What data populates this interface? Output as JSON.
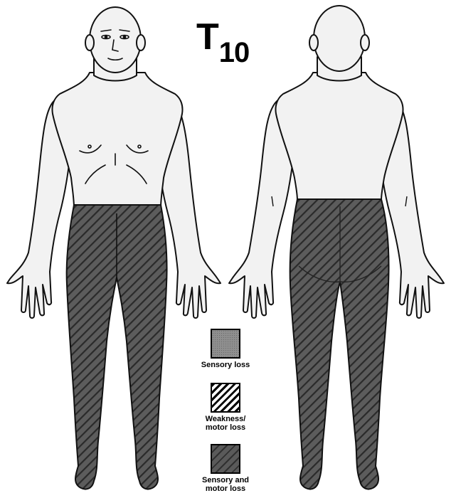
{
  "diagram": {
    "level": {
      "letter": "T",
      "number": "10"
    },
    "views": [
      "front-view",
      "back-view"
    ],
    "affected_region": "below-T10-dermatome",
    "colors": {
      "skin": "#f2f2f2",
      "outline": "#111111",
      "affected_fill": "#5a5a5a",
      "hatch": "#2c2c2c"
    },
    "legend": [
      {
        "key": "sensory",
        "label_lines": [
          "Sensory loss"
        ]
      },
      {
        "key": "weak",
        "label_lines": [
          "Weakness/",
          "motor loss"
        ]
      },
      {
        "key": "both",
        "label_lines": [
          "Sensory and",
          "motor loss"
        ]
      }
    ]
  }
}
